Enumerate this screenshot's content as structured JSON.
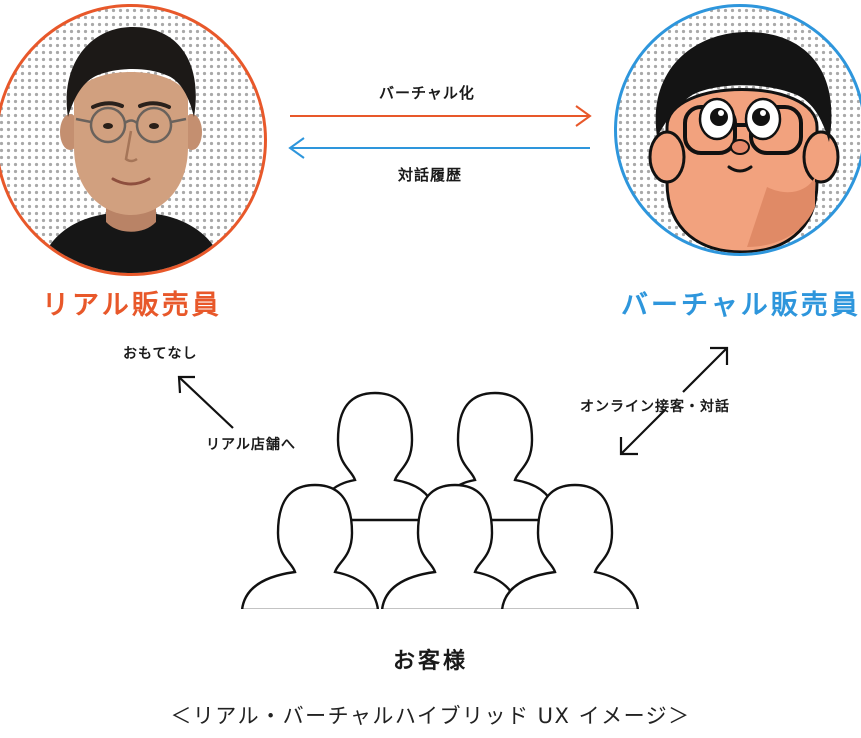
{
  "top_arrow_label": "バーチャル化",
  "bottom_arrow_label": "対話履歴",
  "real_staff": {
    "label": "リアル販売員",
    "color": "#e8582a"
  },
  "virtual_staff": {
    "label": "バーチャル販売員",
    "color": "#2e96dc"
  },
  "hospitality_label": "おもてなし",
  "store_label": "リアル店舗へ",
  "online_label": "オンライン接客・対話",
  "customers_label": "お客様",
  "caption": "＜リアル・バーチャルハイブリッド UX  イメージ＞"
}
